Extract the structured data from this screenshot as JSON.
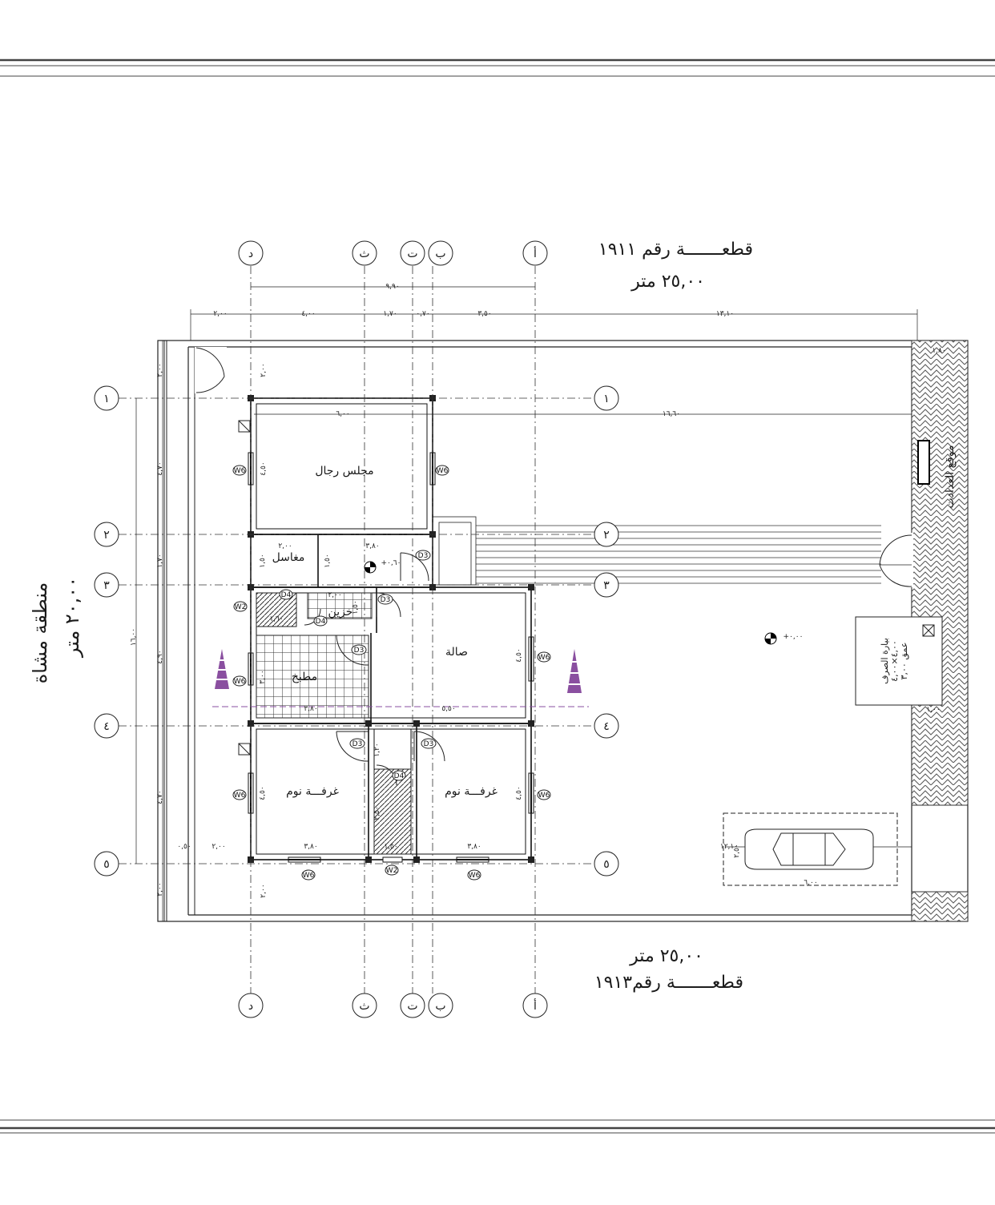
{
  "plots": {
    "top": {
      "title": "قطعـــــــة رقم ١٩١١",
      "width": "٢٥,٠٠ متر"
    },
    "bottom": {
      "title": "قطعـــــــة رقم١٩١٣",
      "width": "٢٥,٠٠ متر"
    },
    "left_zone": {
      "title": "منطقة مشاة",
      "width": "٢٠,٠٠ متر"
    }
  },
  "grid": {
    "letters": [
      "د",
      "ث",
      "ت",
      "ب",
      "أ"
    ],
    "numbers_left": [
      "١",
      "٢",
      "٣",
      "٤",
      "٥"
    ],
    "numbers_right": [
      "١",
      "٢",
      "٣",
      "٤",
      "٥"
    ]
  },
  "rooms": {
    "majlis": "مجلس رجال",
    "washbasins": "مغاسل",
    "storage": "خزين",
    "living": "صالة",
    "kitchen": "مطبخ",
    "bedroom1": "غرفـــة نوم",
    "bedroom2": "غرفـــة نوم"
  },
  "labels": {
    "meters": "موقع العدادت",
    "sewage_line1": "بيارة الصرف",
    "sewage_line2": "٤,٠٠×٤,٠٠",
    "sewage_line3": "عمق ٣,٠٠",
    "level_inner": "+٠,٦٠",
    "level_outer": "+٠,٠٠"
  },
  "dimensions": {
    "top_total": "٩,٩٠",
    "top_segments": [
      "٢,٠٠",
      "٤,٠٠",
      "١,٧٠",
      "٠,٧٠",
      "٣,٥٠",
      "١٣,١٠"
    ],
    "right_strip": "١,٨٠",
    "yard_depth": "١٦,٦٠",
    "majlis_w": "٦,٠٠",
    "majlis_h": "٤,٥٠",
    "setback_top": "٢,٠٠",
    "left_segments": [
      "٢,٠٠",
      "٤,٧٠",
      "١,٧٠",
      "٤,٩٠",
      "٤,٧٠",
      "٢,٠٠"
    ],
    "left_total": "١٦,٠٠",
    "wash_w": "٢,٠٠",
    "wash_h": "١,٥٠",
    "wash_h2": "١,٥٠",
    "corridor_w": "٣,٨٠",
    "storage_w": "٢,٠٠",
    "storage_h": "١,٥٠",
    "wc_h": "١,٦٠",
    "living_h": "٤,٥٠",
    "kitchen_h": "٣,٠٠",
    "kitchen_w": "٣,٨٠",
    "section_w": "٥,٥٠",
    "hall_w": "١,٢٠",
    "bed1_h": "٤,٥٠",
    "bed2_h": "٤,٥٠",
    "bed1_w": "٣,٨٠",
    "bed2_w": "٣,٨٠",
    "bath_w": "١,٥٠",
    "bath_h": "٢,٥٠",
    "bottom_a": "٠,٥٠",
    "bottom_b": "٢,٠٠",
    "bottom_setback": "٢,٠٠",
    "bottom_left": "٢,٠٠",
    "car_depth": "١٢,١٠",
    "car_w": "٢,٥٠",
    "car_len": "٦,٠٠",
    "gate_w": "١,٠٠"
  },
  "tags": {
    "w6": "W6",
    "w2": "W2",
    "d3": "D3",
    "d4": "D4"
  }
}
